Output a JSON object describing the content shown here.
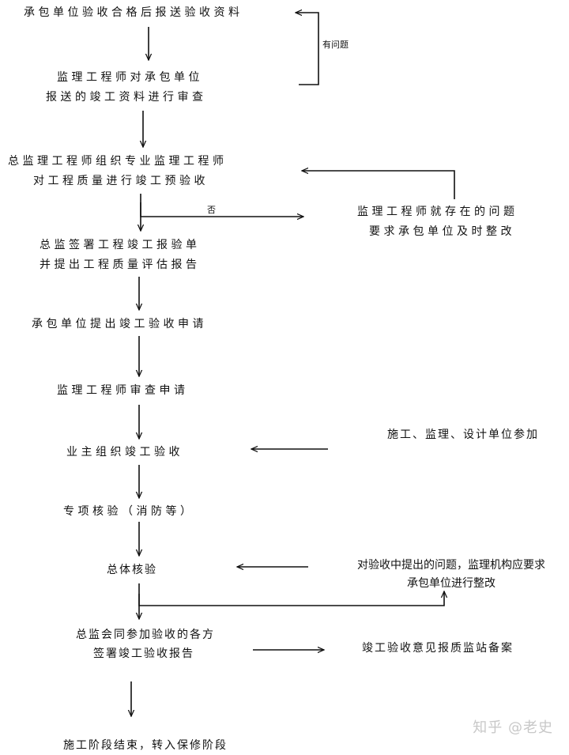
{
  "nodes": {
    "n1": "承包单位验收合格后报送验收资料",
    "n2_line1": "监理工程师对承包单位",
    "n2_line2": "报送的竣工资料进行审查",
    "n3_line1": "总监理工程师组织专业监理工程师",
    "n3_line2": "对工程质量进行竣工预验收",
    "n4_line1": "总监签署工程竣工报验单",
    "n4_line2": "并提出工程质量评估报告",
    "n5": "承包单位提出竣工验收申请",
    "n6": "监理工程师审查申请",
    "n7": "业主组织竣工验收",
    "n8": "专项核验（消防等）",
    "n9": "总体核验",
    "n10_line1": "总监会同参加验收的各方",
    "n10_line2": "签署竣工验收报告",
    "n11": "施工阶段结束，转入保修阶段"
  },
  "side": {
    "rectify_line1": "监理工程师就存在的问题",
    "rectify_line2": "要求承包单位及时整改",
    "participants": "施工、监理、设计单位参加",
    "issues_line1": "对验收中提出的问题，监理机构应要求",
    "issues_line2": "承包单位进行整改",
    "filing": "竣工验收意见报质监站备案"
  },
  "edge_labels": {
    "has_problem": "有问题",
    "no": "否"
  },
  "watermark": "知乎 @老史"
}
